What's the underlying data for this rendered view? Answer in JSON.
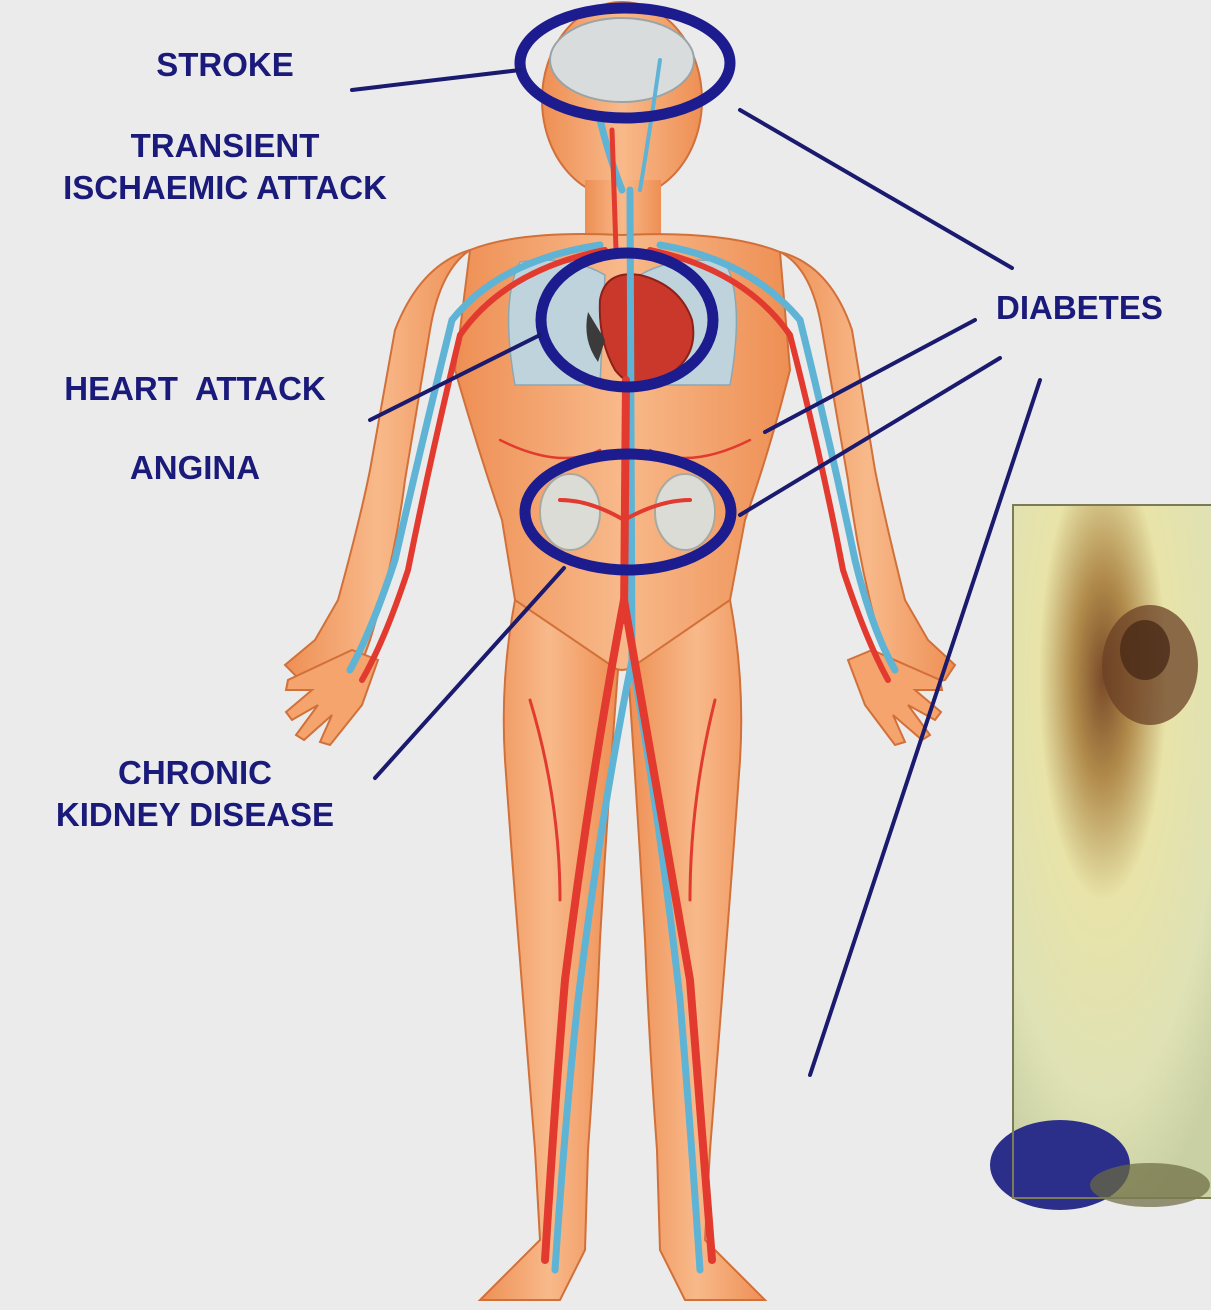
{
  "labels": {
    "stroke": "STROKE",
    "tia": "TRANSIENT\nISCHAEMIC ATTACK",
    "heart_attack": "HEART  ATTACK",
    "angina": "ANGINA",
    "ckd": "CHRONIC\nKIDNEY DISEASE",
    "diabetes": "DIABETES"
  },
  "colors": {
    "background": "#ebebeb",
    "label_text": "#1a1a7a",
    "circle_stroke": "#1c1c8e",
    "connector_line": "#1a1a6e",
    "skin": "#f4a46c",
    "artery": "#e23a2f",
    "vein": "#5fb3d4"
  }
}
